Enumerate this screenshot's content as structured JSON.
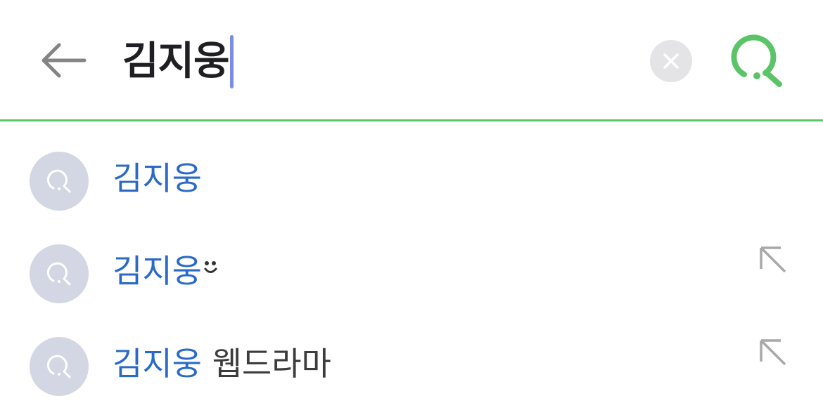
{
  "search_bar": {
    "query": "김지웅",
    "back_icon": "arrow-left-icon",
    "clear_icon": "close-icon",
    "search_icon": "search-icon",
    "accent_color": "#5bc468",
    "caret_color": "#7b8ee6"
  },
  "suggestions": [
    {
      "highlight": "김지웅",
      "rest": "",
      "emoji": "",
      "has_fill_arrow": false
    },
    {
      "highlight": "김지웅",
      "rest": "",
      "emoji": "smile-face",
      "has_fill_arrow": true
    },
    {
      "highlight": "김지웅",
      "rest": " 웹드라마",
      "emoji": "",
      "has_fill_arrow": true
    }
  ],
  "colors": {
    "highlight_text": "#2a6ac6",
    "rest_text": "#3c3c3c",
    "suggestion_icon_bg": "#d3d7e3",
    "arrow_icon": "#a8a8a8"
  }
}
